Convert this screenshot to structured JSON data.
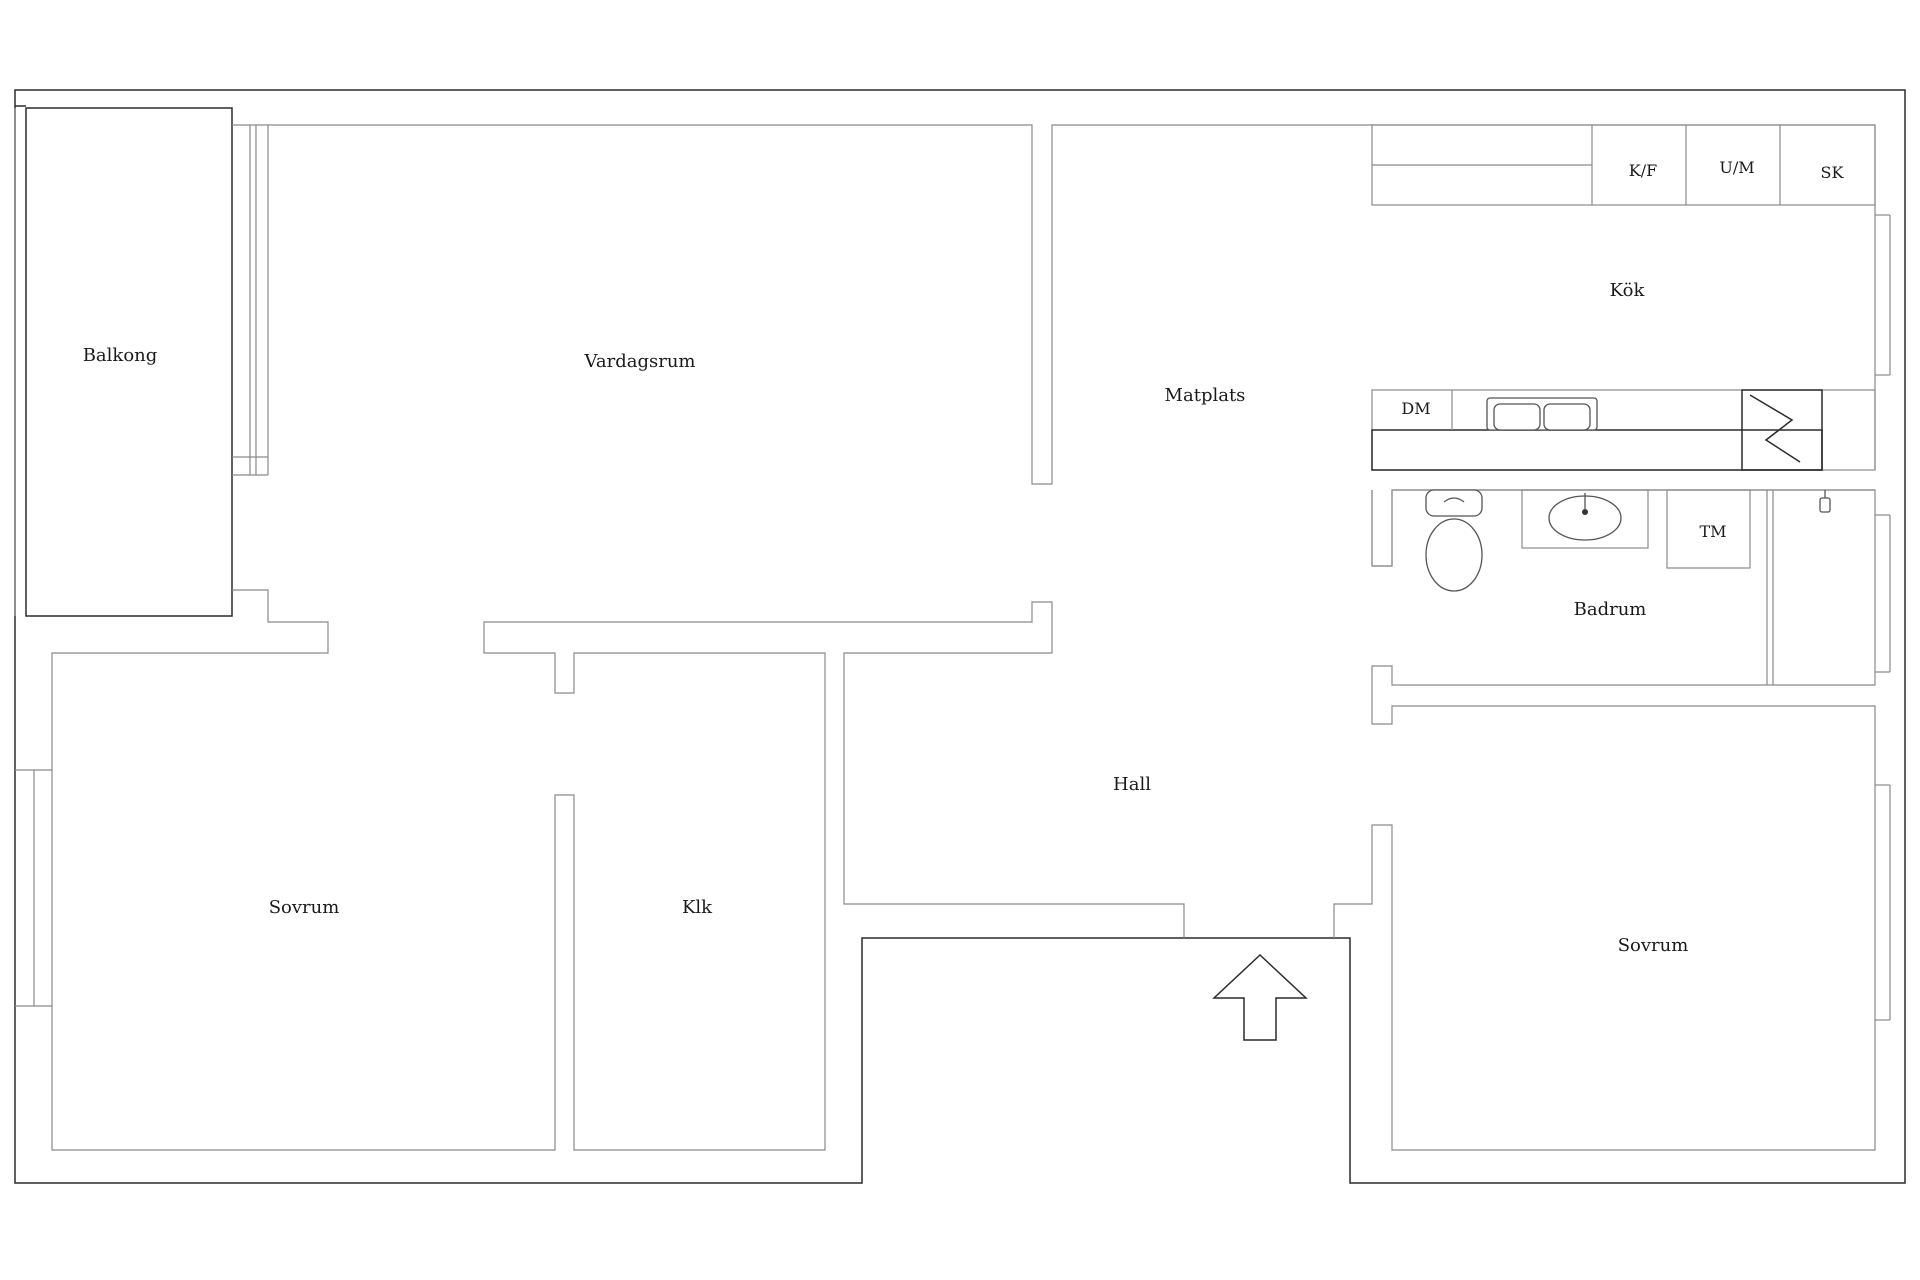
{
  "rooms": {
    "balkong": "Balkong",
    "vardagsrum": "Vardagsrum",
    "matplats": "Matplats",
    "kok": "Kök",
    "badrum": "Badrum",
    "hall": "Hall",
    "sovrum_left": "Sovrum",
    "klk": "Klk",
    "sovrum_right": "Sovrum"
  },
  "fixtures": {
    "kf": "K/F",
    "um": "U/M",
    "sk": "SK",
    "dm": "DM",
    "tm": "TM"
  },
  "icons": {
    "entrance": "up-arrow-icon",
    "toilet": "toilet-icon",
    "sink": "washbasin-icon",
    "kitchen_sink": "double-sink-icon",
    "stove": "stove-icon",
    "faucet": "faucet-icon"
  }
}
